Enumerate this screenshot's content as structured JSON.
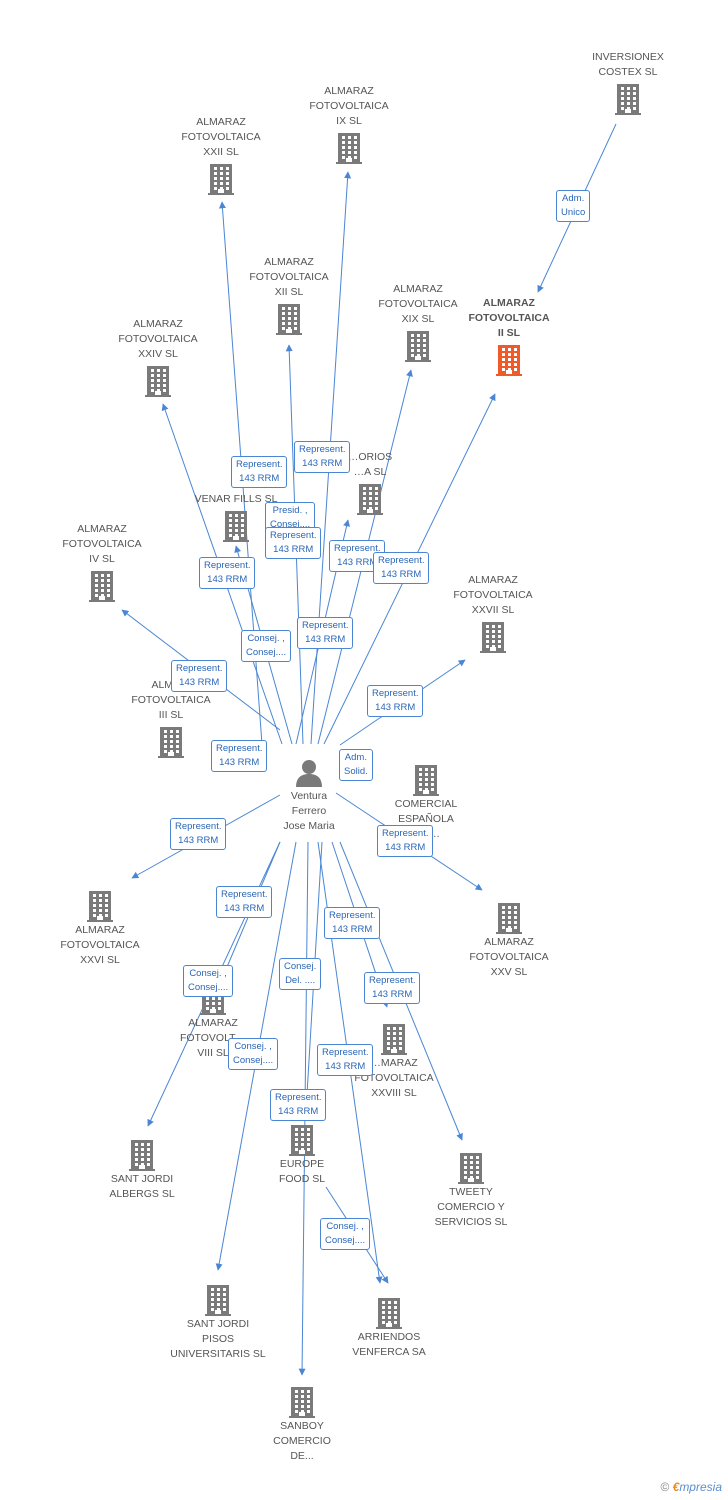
{
  "colors": {
    "edge": "#4a86d4",
    "building": "#7a7a7a",
    "focus_building": "#f05a28",
    "person": "#7a7a7a"
  },
  "person": {
    "name": "Ventura\nFerrero\nJose Maria",
    "icon": "person-icon"
  },
  "companies": [
    {
      "id": "inversionex",
      "label": "INVERSIONEX\nCOSTEX SL",
      "icon": "building-icon",
      "focus": false
    },
    {
      "id": "fv_ii",
      "label": "ALMARAZ\nFOTOVOLTAICA\nII SL",
      "icon": "building-icon",
      "focus": true
    },
    {
      "id": "fv_ix",
      "label": "ALMARAZ\nFOTOVOLTAICA\nIX SL",
      "icon": "building-icon",
      "focus": false
    },
    {
      "id": "fv_xxii",
      "label": "ALMARAZ\nFOTOVOLTAICA\nXXII SL",
      "icon": "building-icon",
      "focus": false
    },
    {
      "id": "fv_xii",
      "label": "ALMARAZ\nFOTOVOLTAICA\nXII SL",
      "icon": "building-icon",
      "focus": false
    },
    {
      "id": "fv_xix",
      "label": "ALMARAZ\nFOTOVOLTAICA\nXIX SL",
      "icon": "building-icon",
      "focus": false
    },
    {
      "id": "fv_xxiv",
      "label": "ALMARAZ\nFOTOVOLTAICA\nXXIV SL",
      "icon": "building-icon",
      "focus": false
    },
    {
      "id": "territorios",
      "label": "…ORIOS\n…A SL",
      "icon": "building-icon",
      "focus": false
    },
    {
      "id": "venar",
      "label": "VENAR FILLS SL",
      "icon": "building-icon",
      "focus": false
    },
    {
      "id": "fv_iv",
      "label": "ALMARAZ\nFOTOVOLTAICA\nIV SL",
      "icon": "building-icon",
      "focus": false
    },
    {
      "id": "fv_xxvii",
      "label": "ALMARAZ\nFOTOVOLTAICA\nXXVII SL",
      "icon": "building-icon",
      "focus": false
    },
    {
      "id": "fv_iii",
      "label": "ALMA…\nFOTOVOLTAICA\nIII SL",
      "icon": "building-icon",
      "focus": false
    },
    {
      "id": "comercial",
      "label": "COMERCIAL\nESPAÑOLA\n…S…",
      "icon": "building-icon",
      "focus": false
    },
    {
      "id": "fv_xxvi",
      "label": "ALMARAZ\nFOTOVOLTAICA\nXXVI SL",
      "icon": "building-icon",
      "focus": false
    },
    {
      "id": "fv_xxv",
      "label": "ALMARAZ\nFOTOVOLTAICA\nXXV SL",
      "icon": "building-icon",
      "focus": false
    },
    {
      "id": "fv_viii",
      "label": "ALMARAZ\nFOTOVOLT…\nVIII SL",
      "icon": "building-icon",
      "focus": false
    },
    {
      "id": "fv_xxviii",
      "label": "…MARAZ\nFOTOVOLTAICA\nXXVIII SL",
      "icon": "building-icon",
      "focus": false
    },
    {
      "id": "sant_jordi_albergs",
      "label": "SANT JORDI\nALBERGS SL",
      "icon": "building-icon",
      "focus": false
    },
    {
      "id": "europe_food",
      "label": "EUROPE\nFOOD SL",
      "icon": "building-icon",
      "focus": false
    },
    {
      "id": "tweety",
      "label": "TWEETY\nCOMERCIO Y\nSERVICIOS SL",
      "icon": "building-icon",
      "focus": false
    },
    {
      "id": "sant_jordi_pisos",
      "label": "SANT JORDI\nPISOS\nUNIVERSITARIS SL",
      "icon": "building-icon",
      "focus": false
    },
    {
      "id": "arriendos",
      "label": "ARRIENDOS\nVENFERCA SA",
      "icon": "building-icon",
      "focus": false
    },
    {
      "id": "sanboy",
      "label": "SANBOY\nCOMERCIO\nDE...",
      "icon": "building-icon",
      "focus": false
    }
  ],
  "edge_labels": [
    {
      "id": "l_adm_unico",
      "text": "Adm.\nUnico"
    },
    {
      "id": "l_rep_xxii",
      "text": "Represent.\n143 RRM"
    },
    {
      "id": "l_rep_ix",
      "text": "Represent.\n143 RRM"
    },
    {
      "id": "l_presid",
      "text": "Presid. ,\nConsej...."
    },
    {
      "id": "l_rep_xii",
      "text": "Represent.\n143 RRM"
    },
    {
      "id": "l_rep_xix",
      "text": "Represent.\n143 RRM"
    },
    {
      "id": "l_rep_ii",
      "text": "Represent.\n143 RRM"
    },
    {
      "id": "l_rep_xxiv",
      "text": "Represent.\n143 RRM"
    },
    {
      "id": "l_consej_venar",
      "text": "Consej. ,\nConsej...."
    },
    {
      "id": "l_rep_terr",
      "text": "Represent.\n143 RRM"
    },
    {
      "id": "l_rep_iv",
      "text": "Represent.\n143 RRM"
    },
    {
      "id": "l_rep_xxvii",
      "text": "Represent.\n143 RRM"
    },
    {
      "id": "l_rep_iii",
      "text": "Represent.\n143 RRM"
    },
    {
      "id": "l_adm_solid",
      "text": "Adm.\nSolid."
    },
    {
      "id": "l_rep_xxvi",
      "text": "Represent.\n143 RRM"
    },
    {
      "id": "l_rep_xxv",
      "text": "Represent.\n143 RRM"
    },
    {
      "id": "l_rep_viii",
      "text": "Represent.\n143 RRM"
    },
    {
      "id": "l_rep_xxviii_a",
      "text": "Represent.\n143 RRM"
    },
    {
      "id": "l_consej_albergs",
      "text": "Consej. ,\nConsej...."
    },
    {
      "id": "l_consej_del",
      "text": "Consej.\nDel. ...."
    },
    {
      "id": "l_rep_tweety",
      "text": "Represent.\n143 RRM"
    },
    {
      "id": "l_consej_pisos",
      "text": "Consej. ,\nConsej...."
    },
    {
      "id": "l_rep_arriendos",
      "text": "Represent.\n143 RRM"
    },
    {
      "id": "l_rep_europe",
      "text": "Represent.\n143 RRM"
    },
    {
      "id": "l_consej_arriendos",
      "text": "Consej. ,\nConsej...."
    }
  ],
  "brand": {
    "copyright": "©",
    "e": "€",
    "rest": "mpresia"
  }
}
